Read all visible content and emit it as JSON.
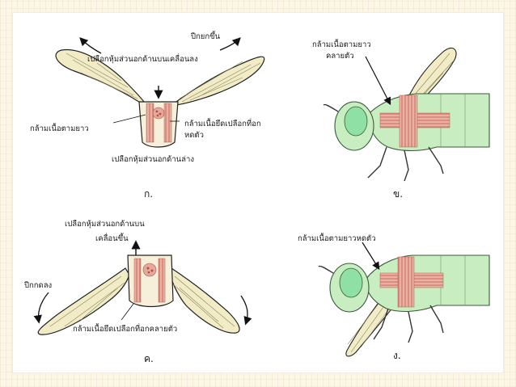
{
  "diagram": {
    "panel_a": {
      "wing_up_label": "ปีกยกขึ้น",
      "top_plate_label": "เปลือกหุ้มส่วนอกด้านบนเคลื่อนลง",
      "longitudinal_muscle_label": "กล้ามเนื้อตามยาว",
      "vertical_muscle_label_line1": "กล้ามเนื้อยึดเปลือกที่อก",
      "vertical_muscle_label_line2": "หดตัว",
      "bottom_plate_label": "เปลือกหุ้มส่วนอกด้านล่าง",
      "caption": "ก."
    },
    "panel_b": {
      "muscle_label_line1": "กล้ามเนื้อตามยาว",
      "muscle_label_line2": "คลายตัว",
      "caption": "ข."
    },
    "panel_c": {
      "top_plate_label_line1": "เปลือกหุ้มส่วนอกด้านบน",
      "top_plate_label_line2": "เคลื่อนขึ้น",
      "wing_down_label": "ปีกกดลง",
      "vertical_muscle_label": "กล้ามเนื้อยึดเปลือกที่อกคลายตัว",
      "caption": "ค."
    },
    "panel_d": {
      "muscle_label": "กล้ามเนื้อตามยาวหดตัว",
      "caption": "ง."
    }
  },
  "colors": {
    "background": "#fbf6e6",
    "wing_fill": "#f1ecc6",
    "thorax_fill": "#f6f0da",
    "muscle": "#d98a7a",
    "body_green": "#c8edc0",
    "eye_green": "#8fe0a5"
  }
}
